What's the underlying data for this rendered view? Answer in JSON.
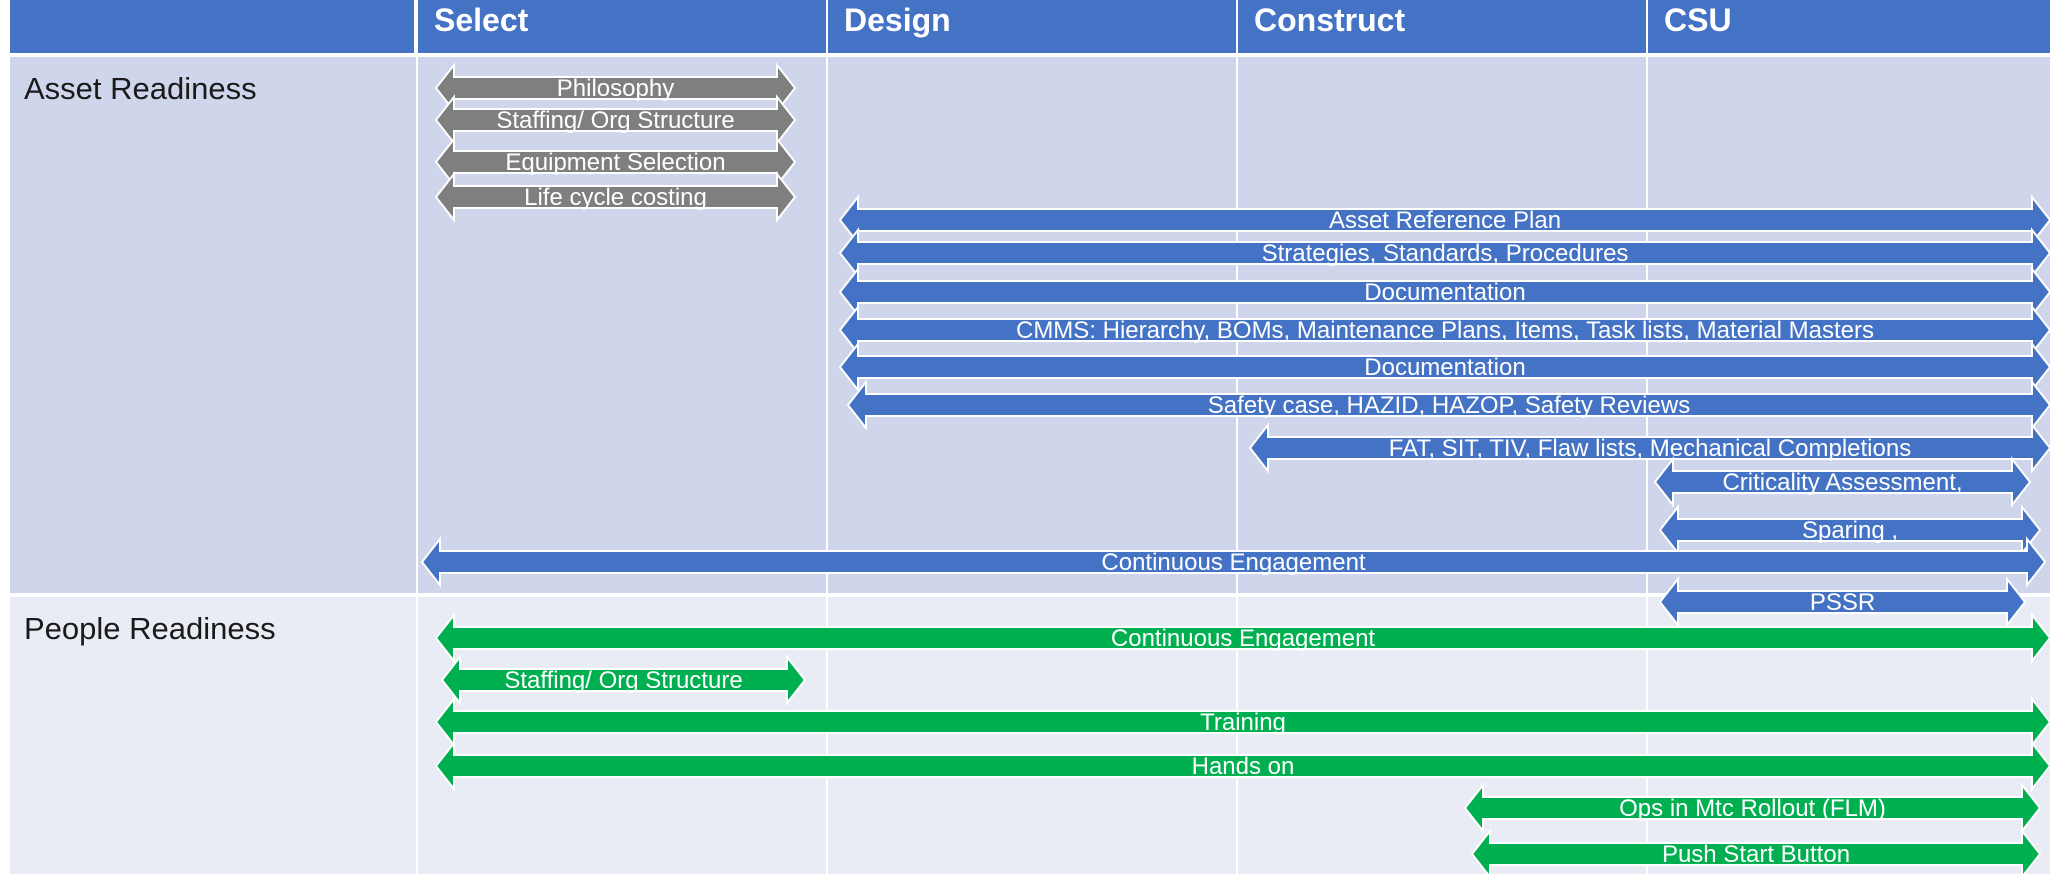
{
  "columns": [
    {
      "label": "Select"
    },
    {
      "label": "Design"
    },
    {
      "label": "Construct"
    },
    {
      "label": "CSU"
    }
  ],
  "rows": [
    {
      "label": "Asset Readiness"
    },
    {
      "label": "People Readiness"
    }
  ],
  "colors": {
    "header": "#4472c4",
    "asset_row": "#cfd5ea",
    "people_row": "#e9ebf5",
    "gray_arrow": "#7f7f7f",
    "blue_arrow": "#4472c4",
    "green_arrow": "#00b050"
  },
  "arrows": [
    {
      "label": "Philosophy",
      "color": "gray"
    },
    {
      "label": "Staffing/ Org Structure",
      "color": "gray"
    },
    {
      "label": "Equipment Selection",
      "color": "gray"
    },
    {
      "label": "Life cycle costing",
      "color": "gray"
    },
    {
      "label": "Asset Reference Plan",
      "color": "blue"
    },
    {
      "label": "Strategies, Standards, Procedures",
      "color": "blue"
    },
    {
      "label": "Documentation",
      "color": "blue"
    },
    {
      "label": "CMMS: Hierarchy, BOMs, Maintenance Plans, Items, Task lists, Material Masters",
      "color": "blue"
    },
    {
      "label": "Documentation",
      "color": "blue"
    },
    {
      "label": "Safety case, HAZID, HAZOP, Safety Reviews",
      "color": "blue"
    },
    {
      "label": "FAT, SIT, TIV, Flaw lists, Mechanical Completions",
      "color": "blue"
    },
    {
      "label": "Criticality Assessment,",
      "color": "blue"
    },
    {
      "label": "Sparing ,",
      "color": "blue"
    },
    {
      "label": "Continuous Engagement",
      "color": "blue"
    },
    {
      "label": "PSSR",
      "color": "blue"
    },
    {
      "label": "Continuous Engagement",
      "color": "green"
    },
    {
      "label": "Staffing/ Org Structure",
      "color": "green"
    },
    {
      "label": "Training",
      "color": "green"
    },
    {
      "label": "Hands on",
      "color": "green"
    },
    {
      "label": "Ops in Mtc Rollout (FLM)",
      "color": "green"
    },
    {
      "label": "Push Start Button",
      "color": "green"
    }
  ]
}
